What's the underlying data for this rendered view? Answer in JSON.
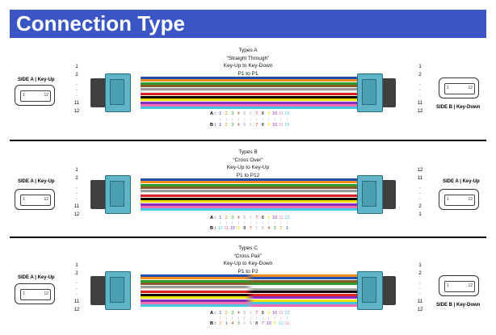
{
  "header": {
    "title": "Connection Type"
  },
  "fiber_colors": [
    "#1f4fb0",
    "#f28c1c",
    "#2e9b2e",
    "#8a5a2b",
    "#9a9a9a",
    "#ffffff",
    "#e02020",
    "#000000",
    "#f3e000",
    "#8a2bc2",
    "#f56fb0",
    "#43c8e8"
  ],
  "pin_numbers": [
    "1",
    "2",
    "3",
    "4",
    "5",
    "6",
    "7",
    "8",
    "9",
    "10",
    "11",
    "12"
  ],
  "sections": [
    {
      "title_lines": [
        "Types A",
        "“Straight Through”",
        "Key-Up to Key-Down",
        "P1 to P1"
      ],
      "left_side": "SIDE A | Key-Up",
      "right_side": "SIDE B | Key-Down",
      "left_pins": [
        "1",
        "2",
        ".",
        ".",
        ".",
        "11",
        "12"
      ],
      "right_pins": [
        "1",
        "2",
        ".",
        ".",
        ".",
        "11",
        "12"
      ],
      "map_a_label": "A :",
      "map_b_label": "B :",
      "map_b": [
        "1",
        "2",
        "3",
        "4",
        "5",
        "6",
        "7",
        "8",
        "9",
        "10",
        "11",
        "12"
      ]
    },
    {
      "title_lines": [
        "Types B",
        "“Cross Over”",
        "Key-Up to Key-Up",
        "P1 to P12"
      ],
      "left_side": "SIDE A | Key-Up",
      "right_side": "SIDE A | Key-Up",
      "left_pins": [
        "1",
        "2",
        ".",
        ".",
        ".",
        "11",
        "12"
      ],
      "right_pins": [
        "12",
        "11",
        ".",
        ".",
        ".",
        "2",
        "1"
      ],
      "map_a_label": "A :",
      "map_b_label": "B :",
      "map_b": [
        "12",
        "11",
        "10",
        "9",
        "8",
        "7",
        "6",
        "5",
        "4",
        "3",
        "2",
        "1"
      ]
    },
    {
      "title_lines": [
        "Types C",
        "“Cross Pair”",
        "Key-Up to Key-Down",
        "P1 to P2"
      ],
      "left_side": "SIDE A | Key-Up",
      "right_side": "SIDE B | Key-Down",
      "left_pins": [
        "1",
        "2",
        ".",
        ".",
        ".",
        "11",
        "12"
      ],
      "right_pins": [
        "1",
        "2",
        ".",
        ".",
        ".",
        "11",
        "12"
      ],
      "map_a_label": "A :",
      "map_b_label": "B :",
      "map_b": [
        "2",
        "1",
        "4",
        "3",
        "6",
        "5",
        "8",
        "7",
        "10",
        "9",
        "12",
        "11"
      ]
    }
  ]
}
